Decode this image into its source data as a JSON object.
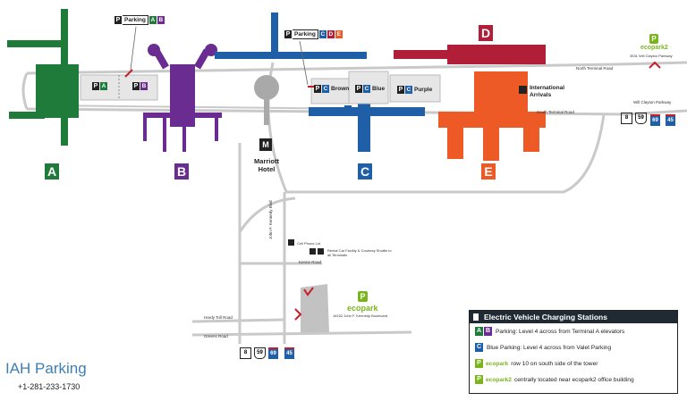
{
  "title": "IAH Parking",
  "phone": "+1-281-233-1730",
  "colors": {
    "A": "#1e7b3a",
    "B": "#6b2c91",
    "C": "#1f5fa8",
    "D": "#b11e37",
    "E": "#ee5a25",
    "road": "#c9c9c9",
    "eco": "#7ab51d",
    "gray": "#a9a9a9"
  },
  "terminals": {
    "A": "A",
    "B": "B",
    "C": "C",
    "D": "D",
    "E": "E"
  },
  "badges": {
    "parking_ab": {
      "p": "P",
      "word": "Parking",
      "l1": "A",
      "l2": "B"
    },
    "parking_cde": {
      "p": "P",
      "word": "Parking",
      "l1": "C",
      "l2": "D",
      "l3": "E"
    },
    "pa": {
      "p": "P",
      "l": "A"
    },
    "pb": {
      "p": "P",
      "l": "B"
    },
    "brown": {
      "p": "P",
      "l": "C",
      "name": "Brown"
    },
    "blue": {
      "p": "P",
      "l": "C",
      "name": "Blue"
    },
    "purple": {
      "p": "P",
      "l": "C",
      "name": "Purple"
    }
  },
  "places": {
    "marriott": "Marriott Hotel",
    "international_arrivals": "International Arrivals",
    "ecopark": "ecopark",
    "ecopark_address": "16152 John F. Kennedy Boulevard",
    "ecopark2": "ecopark2",
    "ecopark2_address": "3531 Will Clayton Parkway",
    "cell_phone_lot": "Cell Phone Lot",
    "rental_car": "Rental Car Facility & Courtesy Shuttle to all Terminals"
  },
  "roads": {
    "north_terminal": "North Terminal Road",
    "south_terminal": "South Terminal Road",
    "will_clayton": "Will Clayton Parkway",
    "jfk": "John F. Kennedy Blvd",
    "kenne": "Kenne Road",
    "hardy_toll": "Hardy Toll Road",
    "greens": "Greens Road"
  },
  "shields": {
    "r8": "8",
    "r59": "59",
    "r69": "69",
    "r45": "45"
  },
  "legend": {
    "header": "Electric Vehicle Charging Stations",
    "rows": [
      {
        "chip1": "A",
        "chip2": "B",
        "text": "Parking: Level 4 across from Terminal A elevators"
      },
      {
        "chip1": "C",
        "text": "Blue Parking: Level 4 across from Valet Parking"
      },
      {
        "chip1": "P",
        "eco": "ecopark",
        "text": "row 10 on south side of the tower"
      },
      {
        "chip1": "P",
        "eco": "ecopark2",
        "text": "centrally located near ecopark2 office building"
      }
    ]
  }
}
